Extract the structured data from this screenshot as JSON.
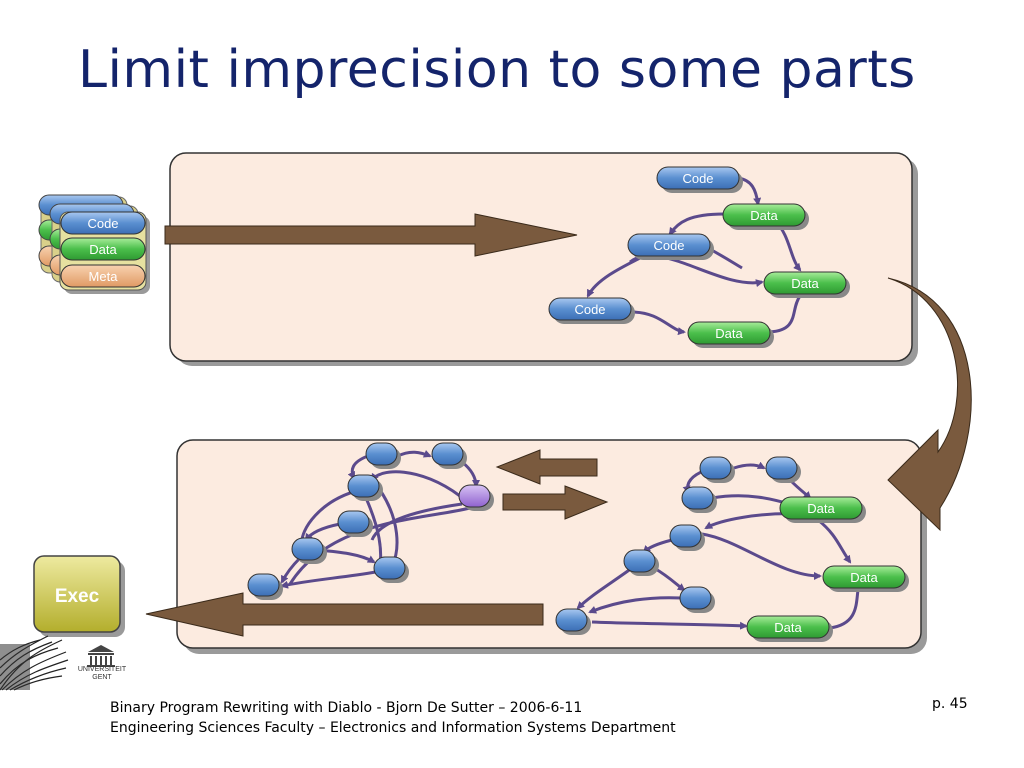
{
  "slide": {
    "title": "Limit imprecision to some parts",
    "footer_line1": "Binary Program Rewriting with Diablo - Bjorn De Sutter – 2006-6-11",
    "footer_line2": "Engineering Sciences Faculty – Electronics and Information Systems Department",
    "page_number": "p. 45"
  },
  "logo": {
    "line1": "UNIVERSITEIT",
    "line2": "GENT"
  },
  "stack": {
    "code_label": "Code",
    "data_label": "Data",
    "meta_label": "Meta"
  },
  "top_graph": {
    "code_label": "Code",
    "data_label": "Data"
  },
  "bottom_graph": {
    "data_label": "Data"
  },
  "exec": {
    "label": "Exec"
  },
  "colors": {
    "title": "#14246b",
    "panel_fill": "#fcebe0",
    "arrow": "#7a5a3e",
    "edge": "#5b4a8c",
    "code_node": "#5a8fd0",
    "data_node": "#4bbf4b",
    "meta_node": "#e8a878",
    "purple_node": "#a078d8",
    "exec_box": "#c8c440"
  }
}
